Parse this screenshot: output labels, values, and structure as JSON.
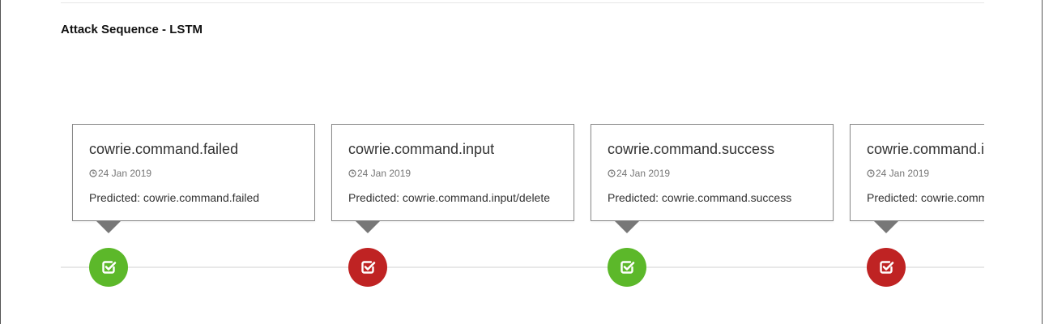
{
  "panel": {
    "title": "Attack Sequence - LSTM"
  },
  "events": [
    {
      "title": "cowrie.command.failed",
      "date": "24 Jan 2019",
      "predicted": "Predicted: cowrie.command.failed",
      "status": "correct",
      "color": "#5cb82a"
    },
    {
      "title": "cowrie.command.input",
      "date": "24 Jan 2019",
      "predicted": "Predicted: cowrie.command.input/delete",
      "status": "incorrect",
      "color": "#bf2323"
    },
    {
      "title": "cowrie.command.success",
      "date": "24 Jan 2019",
      "predicted": "Predicted: cowrie.command.success",
      "status": "correct",
      "color": "#5cb82a"
    },
    {
      "title": "cowrie.command.input",
      "date": "24 Jan 2019",
      "predicted": "Predicted: cowrie.command.input/delete",
      "status": "incorrect",
      "color": "#bf2323"
    }
  ],
  "icons": {
    "date": "clock-icon",
    "status": "check-square-icon"
  }
}
